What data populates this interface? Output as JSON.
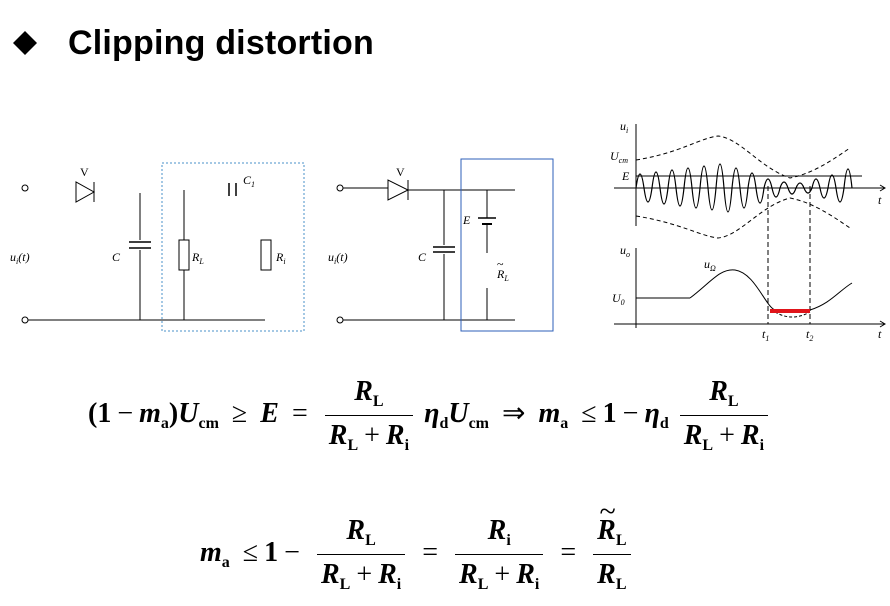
{
  "title": "Clipping distortion",
  "circuit1": {
    "input_label": "u",
    "input_sub": "i",
    "input_arg": "(t)",
    "diode": "V",
    "cap": "C",
    "cap2": "C",
    "cap2_sub": "1",
    "res": "R",
    "res_sub": "L",
    "res2": "R",
    "res2_sub": "i"
  },
  "circuit2": {
    "input_label": "u",
    "input_sub": "i",
    "input_arg": "(t)",
    "diode": "V",
    "cap": "C",
    "source": "E",
    "res": "R",
    "res_sub": "L"
  },
  "waveform": {
    "ui_label": "u",
    "ui_sub": "i",
    "ucm_label": "U",
    "ucm_sub": "cm",
    "e_label": "E",
    "uo_label": "u",
    "uo_sub": "o",
    "uomega_label": "u",
    "uomega_sub": "Ω",
    "u0_label": "U",
    "u0_sub": "0",
    "t_axis": "t",
    "t1": "t",
    "t1_sub": "1",
    "t2": "t",
    "t2_sub": "2"
  },
  "eq1": {
    "open": "(1",
    "minus": "−",
    "m": "m",
    "m_sub": "a",
    "close": ")",
    "U": "U",
    "U_sub": "cm",
    "ge": "≥",
    "E": "E",
    "eq": "=",
    "RL": "R",
    "RL_sub": "L",
    "plus": "+",
    "Ri": "R",
    "Ri_sub": "i",
    "eta": "η",
    "eta_sub": "d",
    "U2": "U",
    "U2_sub": "cm",
    "implies": "⇒",
    "m2": "m",
    "m2_sub": "a",
    "le": "≤",
    "one": "1",
    "minus2": "−",
    "eta2": "η",
    "eta2_sub": "d"
  },
  "eq2": {
    "m": "m",
    "m_sub": "a",
    "le": "≤",
    "one": "1",
    "minus": "−",
    "eq": "=",
    "eq2": "=",
    "R": "R",
    "L": "L",
    "i": "i",
    "plus": "+"
  }
}
